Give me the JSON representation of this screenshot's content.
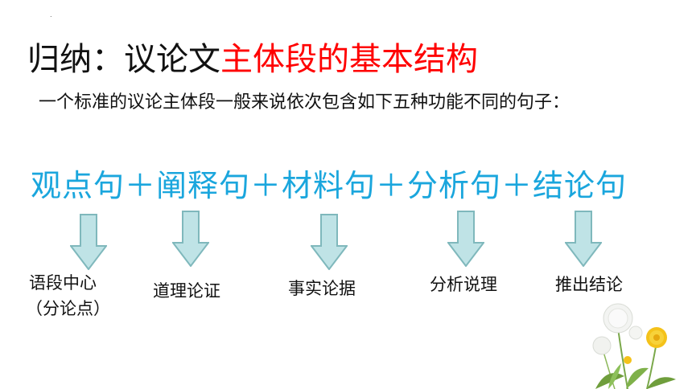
{
  "slide": {
    "dot": ".",
    "title_prefix": "归纳：议论文",
    "title_highlight": "主体段的基本结构",
    "intro": "一个标准的议论主体段一般来说依次包含如下五种功能不同的句子：",
    "formula": "观点句＋阐释句＋材料句＋分析句＋结论句",
    "labels": [
      {
        "line1": "语段中心",
        "line2": "（分论点）"
      },
      {
        "line1": "道理论证"
      },
      {
        "line1": "事实论据"
      },
      {
        "line1": "分析说理"
      },
      {
        "line1": "推出结论"
      }
    ]
  },
  "colors": {
    "title_highlight": "#ff0000",
    "formula": "#1aa6dd",
    "arrow_fill": "#bfe3e6",
    "arrow_stroke": "#7fb8bc"
  }
}
